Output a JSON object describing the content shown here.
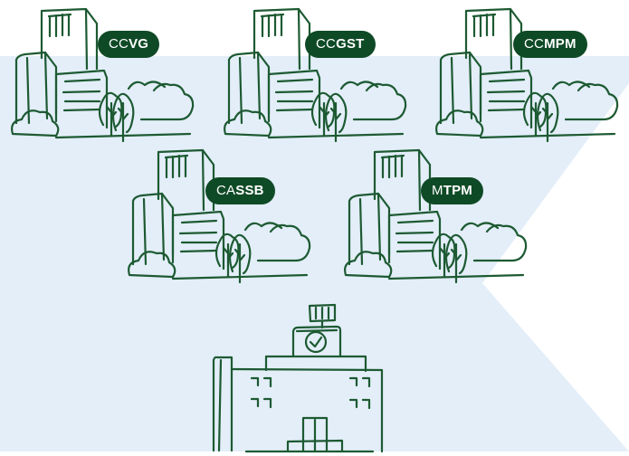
{
  "colors": {
    "ink": "#1d5a32",
    "badge_bg": "#0f4a26",
    "band": "#e3eef9",
    "background": "#ffffff"
  },
  "campuses": [
    {
      "prefix": "CC",
      "suffix": "VG"
    },
    {
      "prefix": "CC",
      "suffix": "GST"
    },
    {
      "prefix": "CC",
      "suffix": "MPM"
    },
    {
      "prefix": "CA",
      "suffix": "SSB"
    },
    {
      "prefix": "M",
      "suffix": "TPM"
    }
  ],
  "icons": {
    "campus": "office-buildings-with-trees-icon",
    "main": "school-building-with-clock-icon"
  }
}
